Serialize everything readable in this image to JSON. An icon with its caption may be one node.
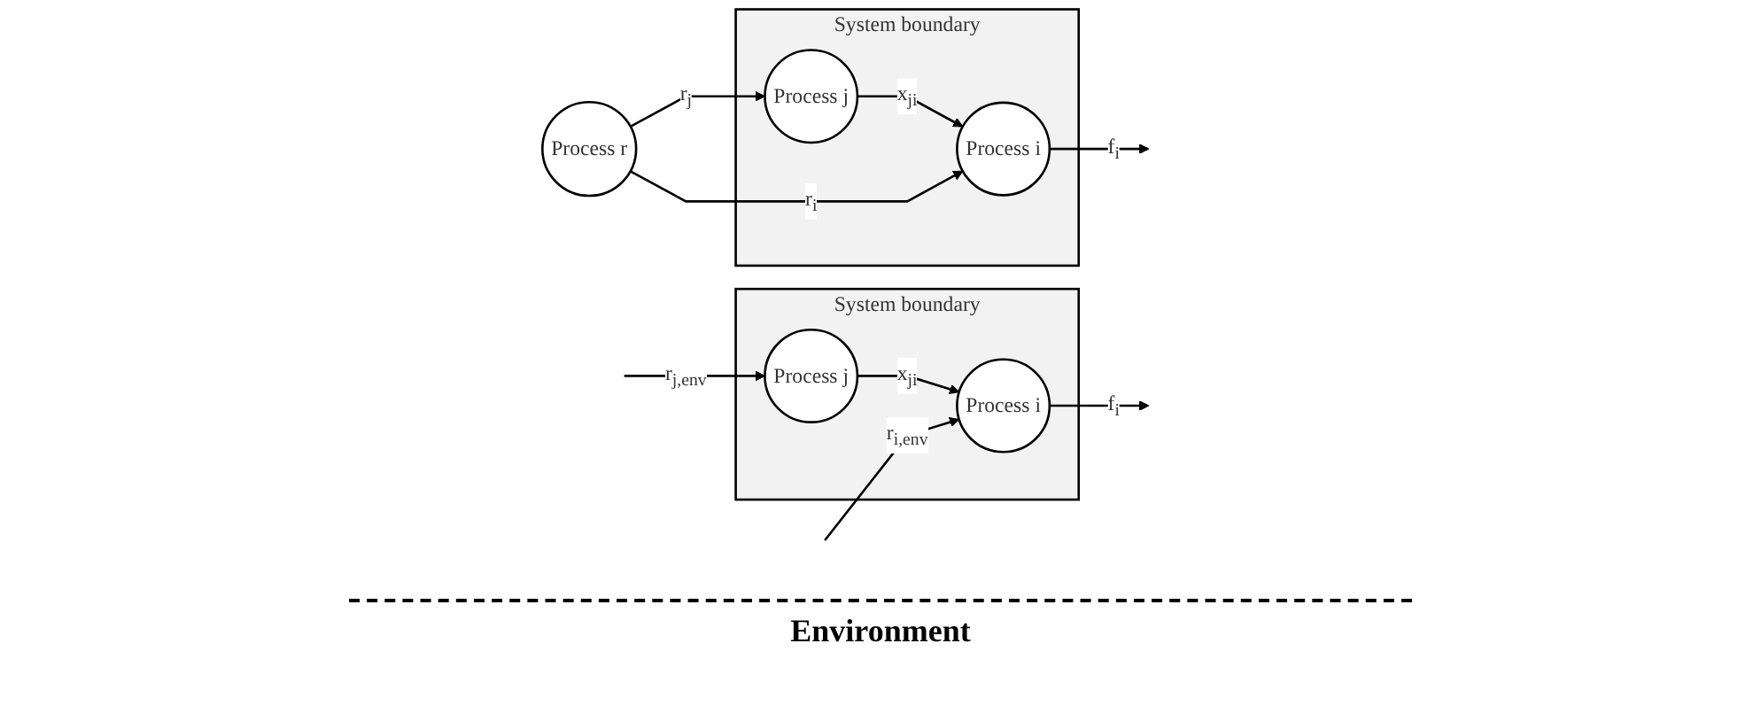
{
  "diagram": {
    "nodes": [
      {
        "text": [
          "System boundary"
        ]
      },
      {
        "text": [
          "Process j"
        ],
        "in": 0
      },
      {
        "text": [
          "Process i"
        ],
        "in": 0
      },
      {
        "text": [
          "Process r"
        ]
      },
      {
        "text": [
          "System boundary"
        ]
      },
      {
        "text": [
          "Process j"
        ],
        "in": 4
      },
      {
        "text": [
          "Process i"
        ],
        "in": 4
      }
    ],
    "edges": [
      {
        "from": 1,
        "to": 2,
        "arrow": "to",
        "label": "x$_{ji}$"
      },
      {
        "from": 2,
        "to": null,
        "arrow": "to",
        "label": "f$_{i}$"
      },
      {
        "from": 3,
        "to": 1,
        "arrow": "to",
        "label": "r$_{j}$"
      },
      {
        "from": 3,
        "to": 2,
        "arrow": "to",
        "label": "r$_{i}$"
      },
      {
        "from": 5,
        "to": 6,
        "arrow": "to",
        "label": "x$_{ji}$"
      },
      {
        "from": 6,
        "to": null,
        "arrow": "to",
        "label": "f$_{i}$"
      },
      {
        "from": null,
        "to": 5,
        "arrow": "to",
        "label": "r$_{j,env}$"
      },
      {
        "from": null,
        "to": 6,
        "arrow": "to",
        "label": "r$_{i,env}$"
      }
    ],
    "labels": [
      "Environment"
    ]
  }
}
